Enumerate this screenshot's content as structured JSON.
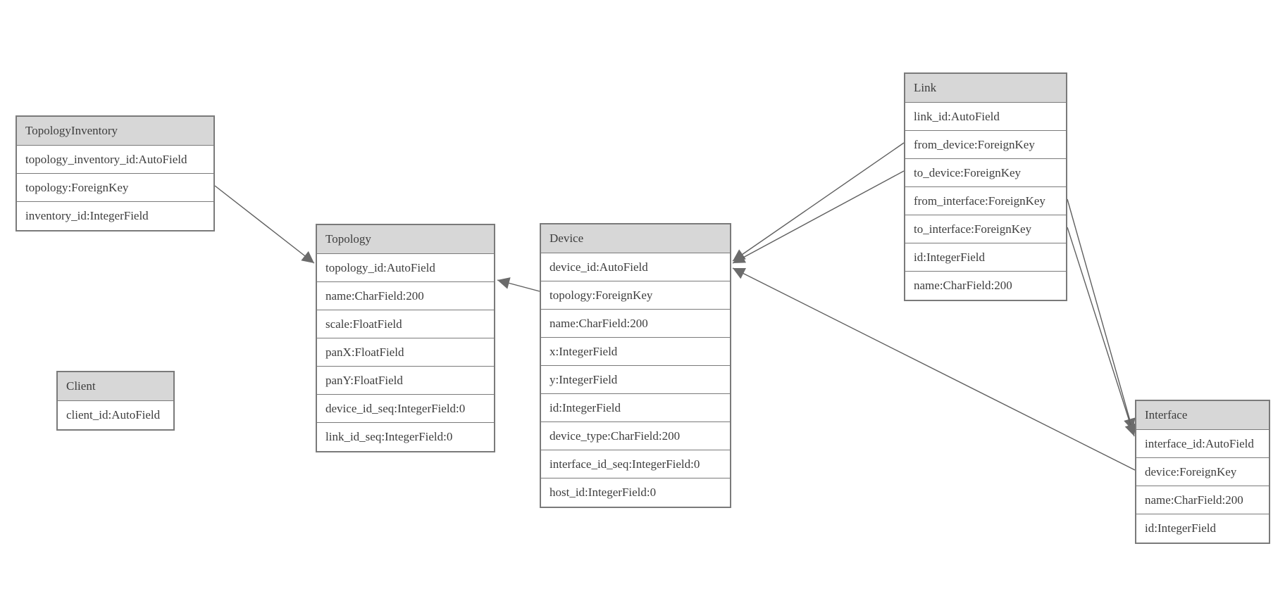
{
  "diagram": {
    "type": "entity-relationship-model",
    "tables": [
      {
        "name": "TopologyInventory",
        "fields": [
          "topology_inventory_id:AutoField",
          "topology:ForeignKey",
          "inventory_id:IntegerField"
        ]
      },
      {
        "name": "Topology",
        "fields": [
          "topology_id:AutoField",
          "name:CharField:200",
          "scale:FloatField",
          "panX:FloatField",
          "panY:FloatField",
          "device_id_seq:IntegerField:0",
          "link_id_seq:IntegerField:0"
        ]
      },
      {
        "name": "Client",
        "fields": [
          "client_id:AutoField"
        ]
      },
      {
        "name": "Device",
        "fields": [
          "device_id:AutoField",
          "topology:ForeignKey",
          "name:CharField:200",
          "x:IntegerField",
          "y:IntegerField",
          "id:IntegerField",
          "device_type:CharField:200",
          "interface_id_seq:IntegerField:0",
          "host_id:IntegerField:0"
        ]
      },
      {
        "name": "Link",
        "fields": [
          "link_id:AutoField",
          "from_device:ForeignKey",
          "to_device:ForeignKey",
          "from_interface:ForeignKey",
          "to_interface:ForeignKey",
          "id:IntegerField",
          "name:CharField:200"
        ]
      },
      {
        "name": "Interface",
        "fields": [
          "interface_id:AutoField",
          "device:ForeignKey",
          "name:CharField:200",
          "id:IntegerField"
        ]
      }
    ],
    "connections": [
      {
        "from": "TopologyInventory.topology",
        "to": "Topology"
      },
      {
        "from": "Device.topology",
        "to": "Topology"
      },
      {
        "from": "Link.from_device",
        "to": "Device"
      },
      {
        "from": "Link.to_device",
        "to": "Device"
      },
      {
        "from": "Interface.device",
        "to": "Device"
      },
      {
        "from": "Link.from_interface",
        "to": "Interface"
      },
      {
        "from": "Link.to_interface",
        "to": "Interface"
      }
    ],
    "colors": {
      "header_fill": "#d7d7d7",
      "row_fill": "#ffffff",
      "border": "#7a7a7a",
      "text": "#3d3d3d",
      "line": "#5f5f5f",
      "arrowhead": "#6b6b6b"
    }
  }
}
